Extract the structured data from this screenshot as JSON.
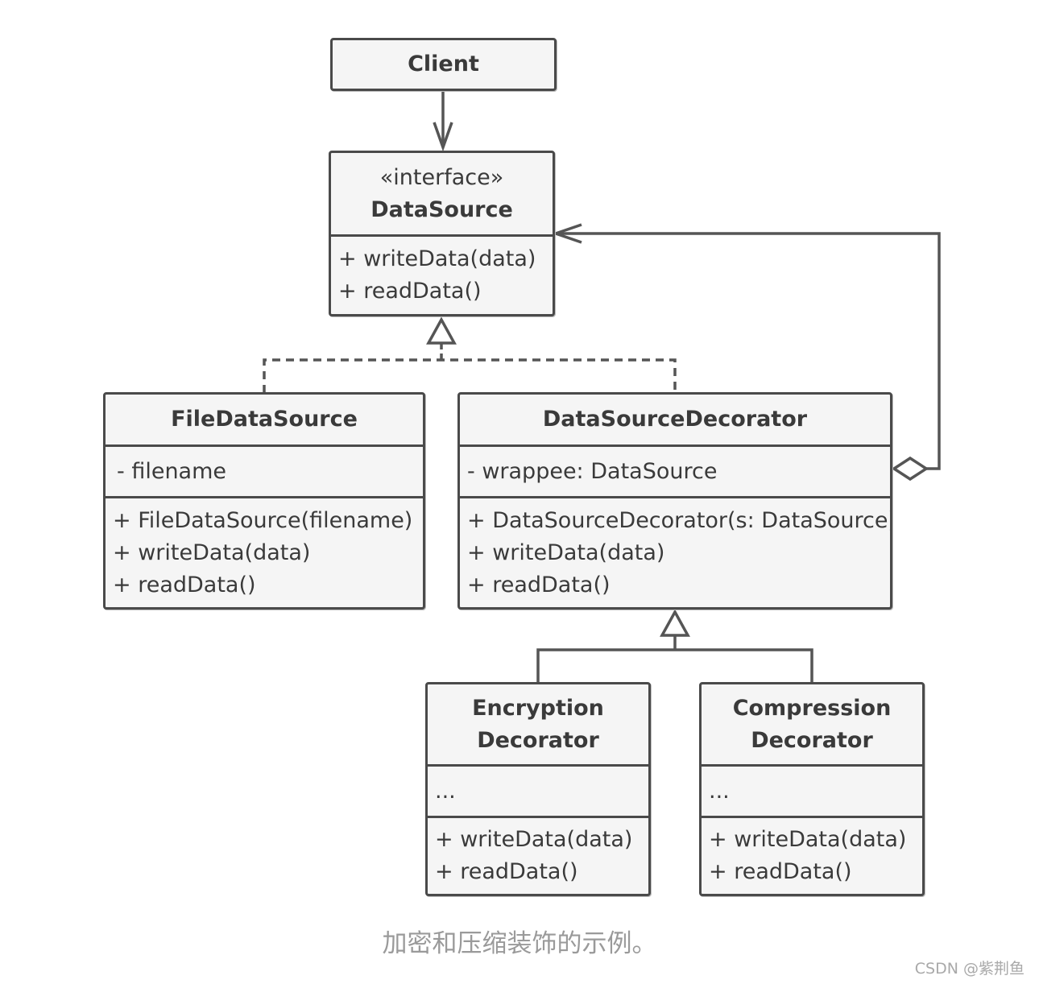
{
  "diagram": {
    "client": {
      "name": "Client"
    },
    "data_source": {
      "stereotype": "«interface»",
      "name": "DataSource",
      "methods": [
        "+ writeData(data)",
        "+ readData()"
      ]
    },
    "file_data_source": {
      "name": "FileDataSource",
      "fields": [
        "- filename"
      ],
      "methods": [
        "+ FileDataSource(filename)",
        "+ writeData(data)",
        "+ readData()"
      ]
    },
    "data_source_decorator": {
      "name": "DataSourceDecorator",
      "fields": [
        "- wrappee: DataSource"
      ],
      "methods": [
        "+ DataSourceDecorator(s: DataSource)",
        "+ writeData(data)",
        "+ readData()"
      ]
    },
    "encryption_decorator": {
      "name_line1": "Encryption",
      "name_line2": "Decorator",
      "fields": [
        "..."
      ],
      "methods": [
        "+ writeData(data)",
        "+ readData()"
      ]
    },
    "compression_decorator": {
      "name_line1": "Compression",
      "name_line2": "Decorator",
      "fields": [
        "..."
      ],
      "methods": [
        "+ writeData(data)",
        "+ readData()"
      ]
    },
    "relations": [
      "Client uses DataSource (association)",
      "FileDataSource implements DataSource (realization)",
      "DataSourceDecorator implements DataSource (realization)",
      "DataSourceDecorator aggregates DataSource (wrappee)",
      "EncryptionDecorator extends DataSourceDecorator (inheritance)",
      "CompressionDecorator extends DataSourceDecorator (inheritance)"
    ]
  },
  "caption": "加密和压缩装饰的示例。",
  "watermark": "CSDN @紫荆鱼",
  "colors": {
    "stroke": "#4a4a4a",
    "fill": "#f5f5f5",
    "caption": "#9a9a9a"
  }
}
